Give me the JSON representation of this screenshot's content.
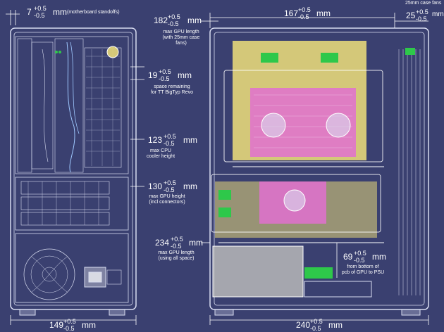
{
  "colors": {
    "background": "#3a4070",
    "line": "#d8dcf0",
    "pcb_yellow": "#e6d77a",
    "gpu_pink": "#e070d0",
    "connector_green": "#2ec84a",
    "psu_gray": "#b8b8b8"
  },
  "dimensions": {
    "standoff": {
      "value": "7",
      "plus": "+0.5",
      "minus": "-0.5",
      "unit": "mm",
      "note": "(motherboard standoffs)"
    },
    "gpu_len_fans": {
      "value": "182",
      "plus": "+0.5",
      "minus": "-0.5",
      "unit": "mm",
      "note1": "max GPU length",
      "note2": "(with 25mm case fans)"
    },
    "case_depth_inner": {
      "value": "167",
      "plus": "+0.5",
      "minus": "-0.5",
      "unit": "mm"
    },
    "fans_25": {
      "value": "25",
      "plus": "+0.5",
      "minus": "-0.5",
      "unit": "mm",
      "note": "25mm case fans"
    },
    "space_remaining": {
      "value": "19",
      "plus": "+0.5",
      "minus": "-0.5",
      "unit": "mm",
      "note1": "space remaining",
      "note2": "for TT BigTyp Revo"
    },
    "cpu_cooler": {
      "value": "123",
      "plus": "+0.5",
      "minus": "-0.5",
      "unit": "mm",
      "note1": "max CPU",
      "note2": "cooler height"
    },
    "gpu_height": {
      "value": "130",
      "plus": "+0.5",
      "minus": "-0.5",
      "unit": "mm",
      "note1": "max GPU height",
      "note2": "(incl connectors)"
    },
    "gpu_len_all": {
      "value": "234",
      "plus": "+0.5",
      "minus": "-0.5",
      "unit": "mm",
      "note1": "max GPU length",
      "note2": "(using all space)"
    },
    "gpu_psu": {
      "value": "69",
      "plus": "+0.5",
      "minus": "-0.5",
      "unit": "mm",
      "note1": "from bottom of",
      "note2": "pcb of GPU to PSU"
    },
    "width_front": {
      "value": "149",
      "plus": "+0.5",
      "minus": "-0.5",
      "unit": "mm"
    },
    "width_side": {
      "value": "240",
      "plus": "+0.5",
      "minus": "-0.5",
      "unit": "mm"
    }
  }
}
